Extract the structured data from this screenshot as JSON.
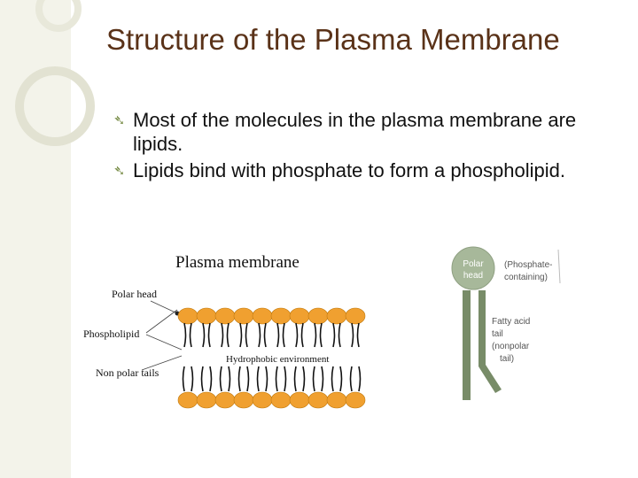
{
  "slide": {
    "title": "Structure of the Plasma Membrane",
    "bullets": [
      "Most of the molecules in the plasma membrane are lipids.",
      "Lipids bind with phosphate to form a phospholipid."
    ]
  },
  "membrane_figure": {
    "title": "Plasma membrane",
    "label_polar_head": "Polar head",
    "label_phospholipid": "Phospholipid",
    "label_nonpolar_tails": "Non polar tails",
    "label_hydrophobic": "Hydrophobic environment",
    "head_color": "#f0a030",
    "head_count_per_row": 10
  },
  "phospholipid_figure": {
    "head_label_line1": "Polar",
    "head_label_line2": "head",
    "phosphate_line1": "(Phosphate-",
    "phosphate_line2": "containing)",
    "tail_line1": "Fatty acid",
    "tail_line2": "tail",
    "tail_line3": "(nonpolar",
    "tail_line4": "tail)",
    "head_color": "#a7b89a",
    "tail_color": "#788c68"
  }
}
